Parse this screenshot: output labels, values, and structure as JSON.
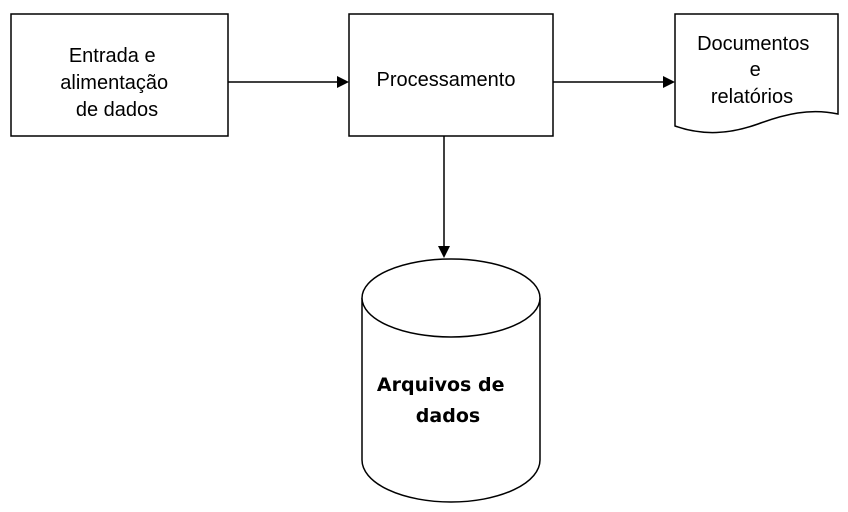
{
  "diagram": {
    "input": {
      "lines": [
        "Entrada e",
        "alimentação",
        "de dados"
      ]
    },
    "process": {
      "lines": [
        "Processamento"
      ]
    },
    "documents": {
      "lines": [
        "Documentos",
        "e",
        "relatórios"
      ]
    },
    "storage": {
      "lines": [
        "Arquivos de",
        "dados"
      ]
    }
  }
}
